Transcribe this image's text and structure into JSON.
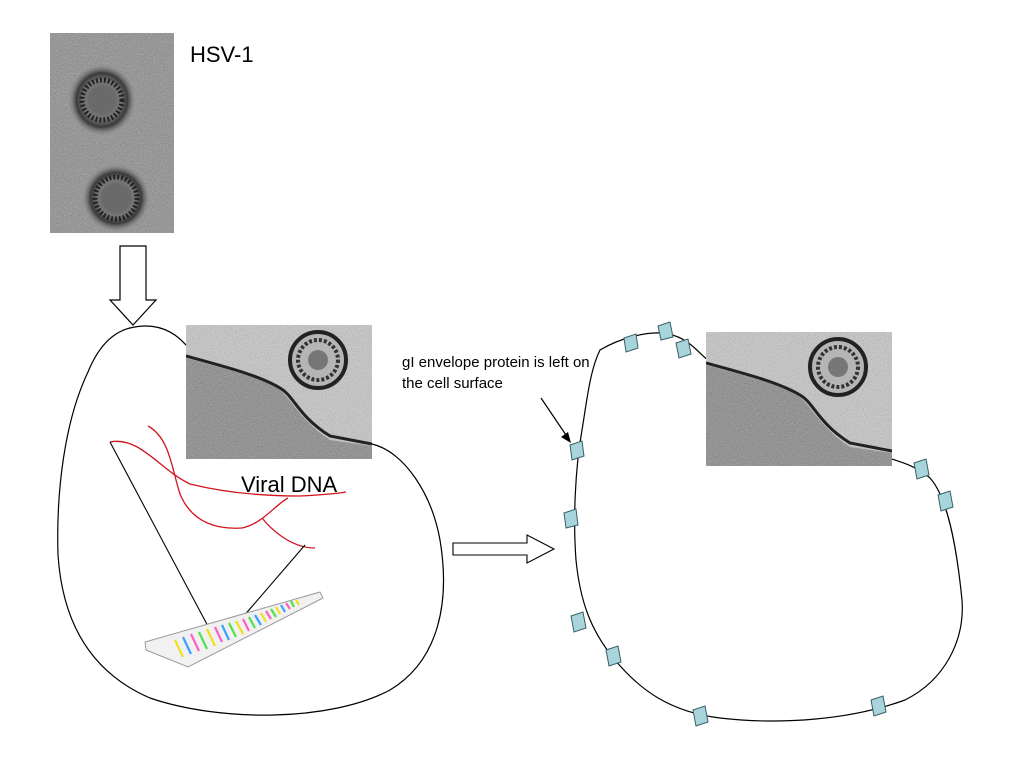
{
  "labels": {
    "virus_name": "HSV-1",
    "viral_dna": "Viral DNA",
    "gi_note": "gI envelope protein is left on the cell surface"
  },
  "colors": {
    "dna_strand": "#d0141c",
    "surface_protein_fill": "#a8d4dc",
    "surface_protein_stroke": "#3a5f66",
    "outline": "#000000",
    "micrograph_gray": "#9a9a9a"
  },
  "icons": {
    "down_arrow": "hollow-down-arrow",
    "right_arrow": "hollow-right-arrow"
  },
  "cell_right": {
    "surface_protein_count": 11
  }
}
